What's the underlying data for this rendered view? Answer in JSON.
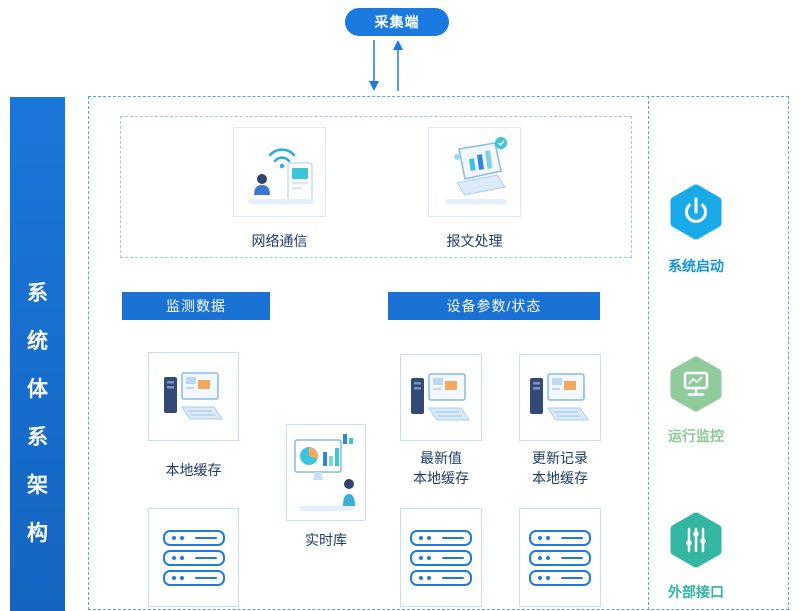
{
  "sidebar": {
    "chars": [
      "系",
      "统",
      "体",
      "系",
      "架",
      "构"
    ]
  },
  "collector": {
    "label": "采集端"
  },
  "comm_section": {
    "network_label": "网络通信",
    "message_label": "报文处理"
  },
  "monitor_section": {
    "header": "监测数据",
    "cache_label": "本地缓存"
  },
  "realtime": {
    "label": "实时库"
  },
  "device_section": {
    "header": "设备参数/状态",
    "latest": {
      "line1": "最新值",
      "line2": "本地缓存"
    },
    "update": {
      "line1": "更新记录",
      "line2": "本地缓存"
    }
  },
  "right_rail": {
    "startup": {
      "label": "系统启动",
      "color": "#19aaea"
    },
    "monitoring": {
      "label": "运行监控",
      "color": "#8fcb9b"
    },
    "interface": {
      "label": "外部接口",
      "color": "#33b6a2"
    }
  },
  "icons": {
    "power-icon": "⏻",
    "monitor-icon": "🖵",
    "sliders-icon": "🎚",
    "server-icon": "🗄",
    "wifi-icon": "📶"
  },
  "colors": {
    "primary_blue": "#1a73d4",
    "pill_blue": "#1a7ae0",
    "dashed_border": "#55a6e6",
    "label_text": "#1f3c66"
  }
}
